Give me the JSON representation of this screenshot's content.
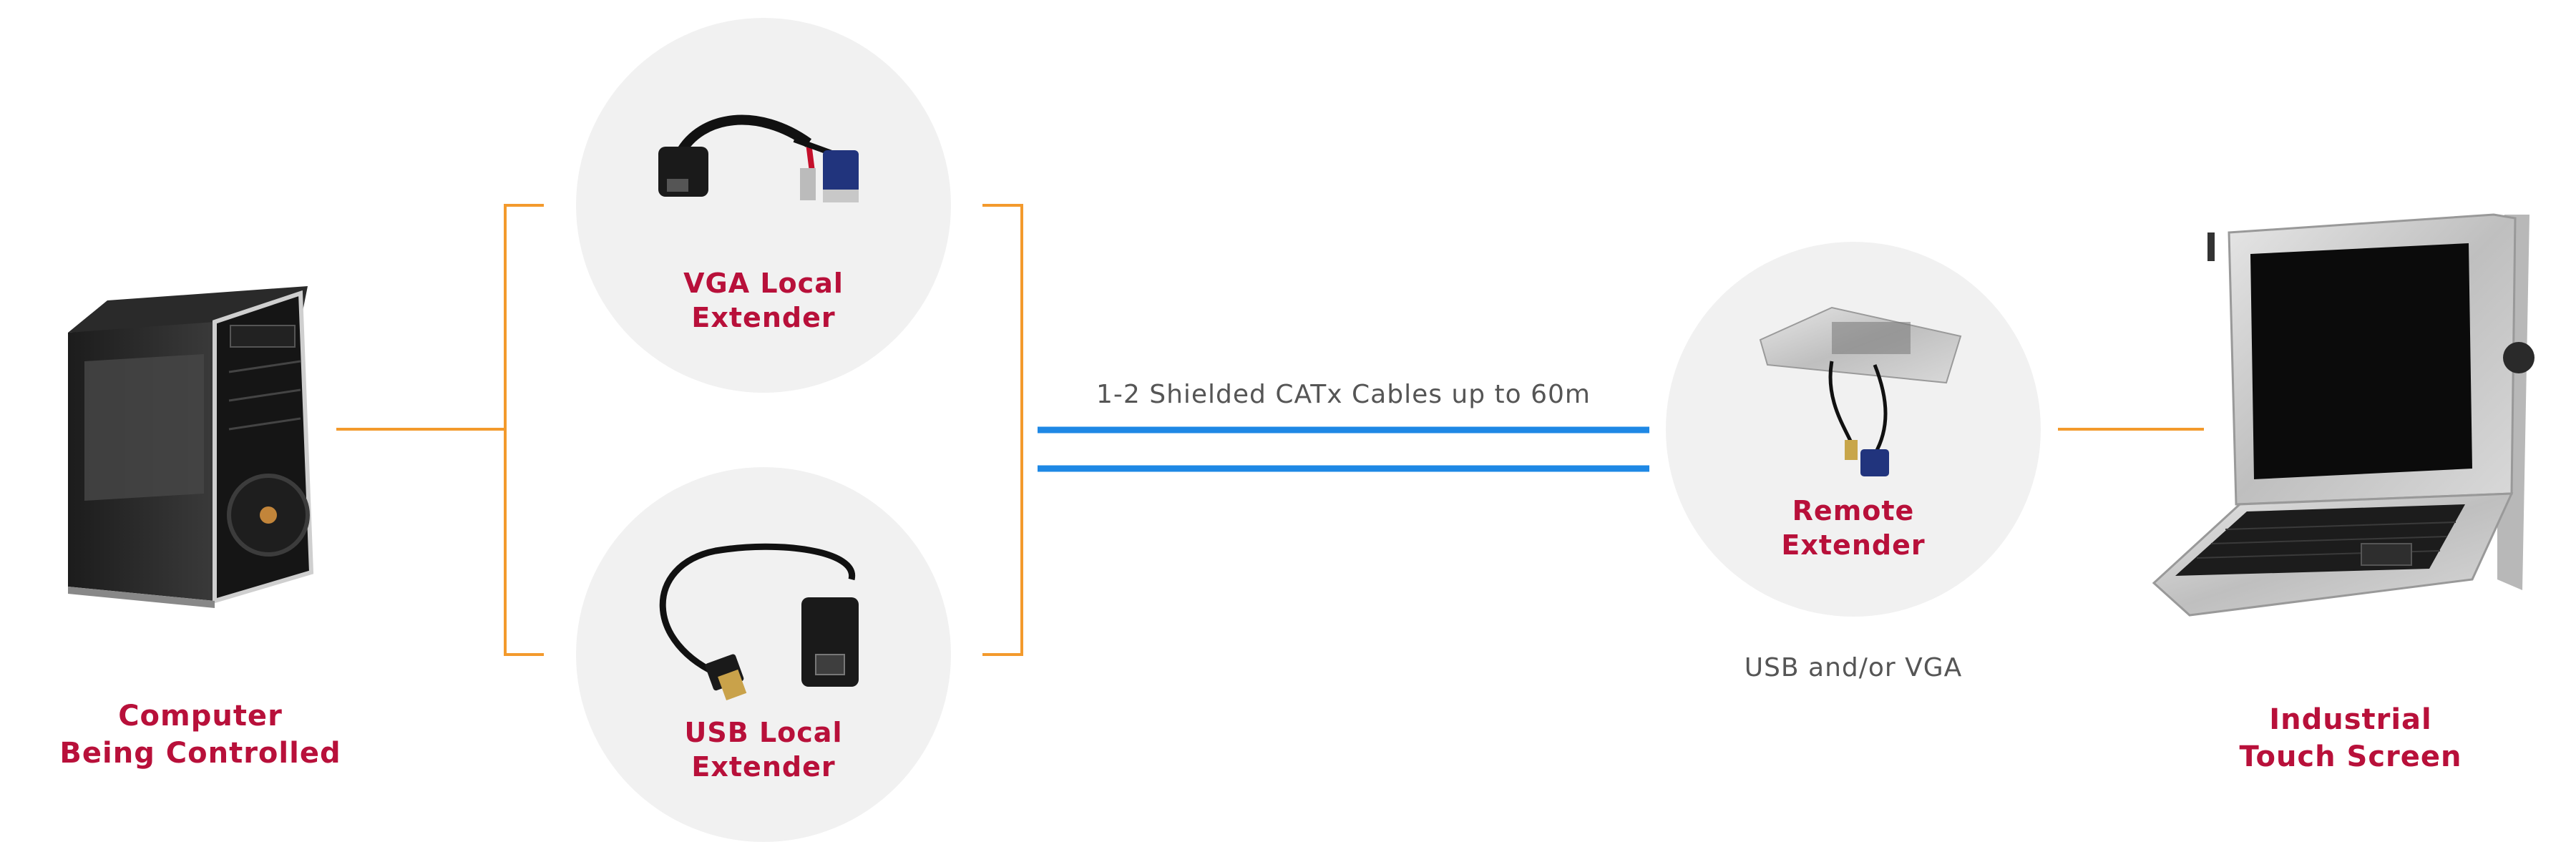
{
  "nodes": {
    "computer": {
      "line1": "Computer",
      "line2": "Being Controlled"
    },
    "vga_local": {
      "line1": "VGA Local",
      "line2": "Extender"
    },
    "usb_local": {
      "line1": "USB Local",
      "line2": "Extender"
    },
    "remote": {
      "line1": "Remote",
      "line2": "Extender"
    },
    "screen": {
      "line1": "Industrial",
      "line2": "Touch Screen"
    }
  },
  "cable_label": "1-2 Shielded CATx Cables up to 60m",
  "remote_caption": "USB and/or VGA",
  "colors": {
    "label": "#b8103a",
    "connector": "#f39a2c",
    "cable": "#1e88e5",
    "circle": "#f1f1f1",
    "caption": "#555555"
  },
  "icons": [
    "computer-tower-icon",
    "vga-adapter-icon",
    "usb-adapter-icon",
    "remote-extender-icon",
    "touch-screen-terminal-icon"
  ]
}
